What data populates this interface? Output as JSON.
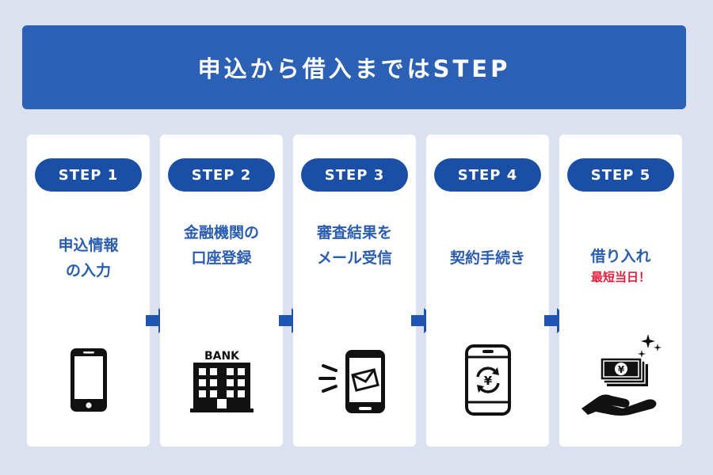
{
  "header": {
    "title": "申込から借入まではSTEP"
  },
  "steps": [
    {
      "badge": "STEP 1",
      "line1": "申込情報",
      "line2": "の入力",
      "icon": "smartphone-icon"
    },
    {
      "badge": "STEP 2",
      "line1": "金融機関の",
      "line2": "口座登録",
      "icon": "bank-building-icon",
      "icon_text": "BANK"
    },
    {
      "badge": "STEP 3",
      "line1": "審査結果を",
      "line2": "メール受信",
      "icon": "phone-mail-icon"
    },
    {
      "badge": "STEP 4",
      "line1": "契約手続き",
      "icon": "phone-yen-icon"
    },
    {
      "badge": "STEP 5",
      "line1": "借り入れ",
      "note": "最短当日！",
      "icon": "hand-money-icon"
    }
  ],
  "colors": {
    "background": "#dbe1ef",
    "banner": "#2c60b5",
    "pill": "#1b4fa6",
    "label": "#2a5db0",
    "accent_red": "#e0203a"
  }
}
